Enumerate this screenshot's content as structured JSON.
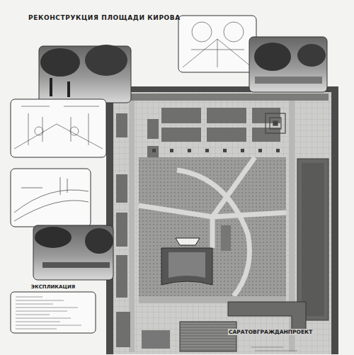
{
  "diagram": {
    "title": "РЕКОНСТРУКЦИЯ ПЛОЩАДИ КИРОВА",
    "nodes": [
      {
        "text": [
          "ЭКСПЛИКАЦИЯ"
        ]
      }
    ],
    "labels": [
      "САРАТОВГРАЖДАНПРОЕКТ"
    ]
  }
}
